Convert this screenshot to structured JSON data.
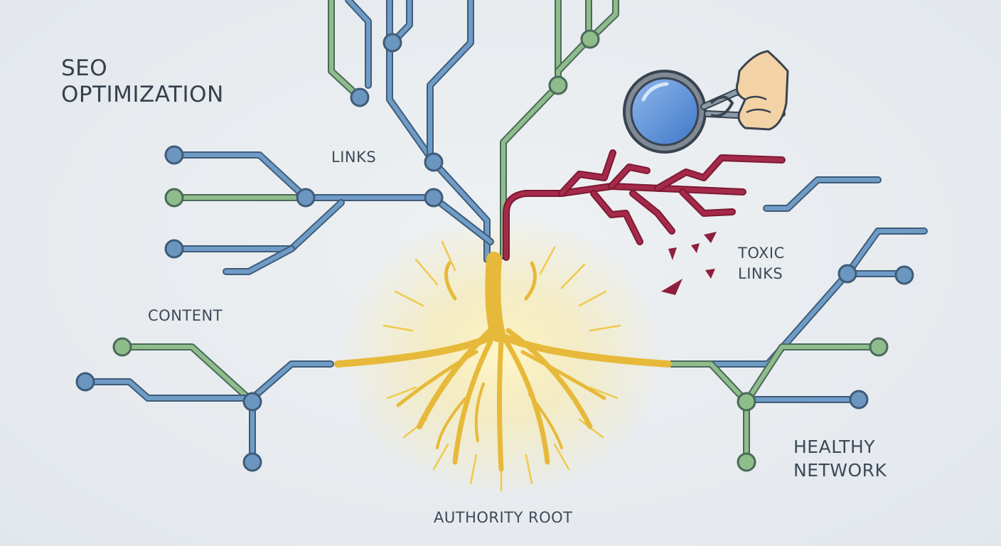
{
  "title": {
    "line1": "SEO",
    "line2": "OPTIMIZATION"
  },
  "labels": {
    "links": "LINKS",
    "content": "CONTENT",
    "toxic_line1": "TOXIC",
    "toxic_line2": "LINKS",
    "healthy_line1": "HEALTHY",
    "healthy_line2": "NETWORK",
    "authority": "AUTHORITY ROOT"
  },
  "colors": {
    "background": "#e9edf0",
    "link_blue": "#6f9cc6",
    "link_green": "#8fbc8b",
    "toxic_red": "#a52a4a",
    "root_gold": "#e7b93a",
    "magnifier_lens": "#5b8fd6"
  },
  "icons": [
    "magnifier-icon",
    "pruning-shears-icon",
    "hand-icon"
  ]
}
